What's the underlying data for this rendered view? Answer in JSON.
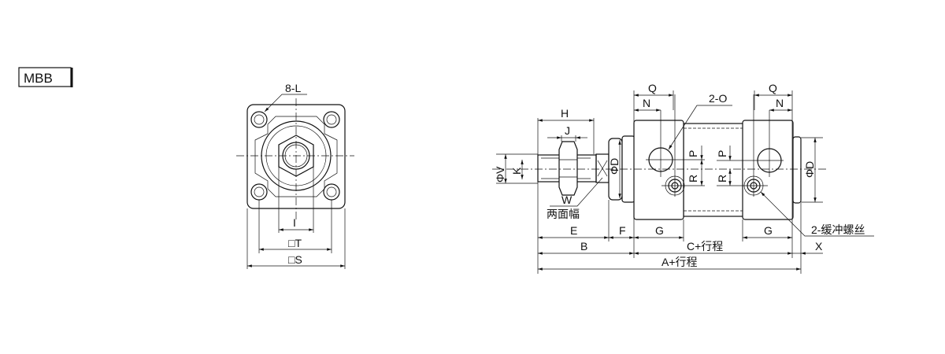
{
  "model_tag": "MBB",
  "end_view": {
    "holes_label": "8-L",
    "dim_i": "I",
    "dim_t": "□T",
    "dim_s": "□S"
  },
  "side_view": {
    "dim_h": "H",
    "dim_j": "J",
    "dim_v": "ΦV",
    "dim_k": "K",
    "dim_w": "W",
    "wrench_flats": "两面幅",
    "dim_d_front": "ΦD",
    "dim_d_rear": "ΦD",
    "dim_q_front": "Q",
    "dim_q_rear": "Q",
    "dim_n_front": "N",
    "dim_n_rear": "N",
    "ports_label": "2-O",
    "dim_p_front": "P",
    "dim_p_rear": "P",
    "dim_r_front": "R",
    "dim_r_rear": "R",
    "cushion_label": "2-缓冲螺丝",
    "dim_e": "E",
    "dim_f": "F",
    "dim_g_front": "G",
    "dim_g_rear": "G",
    "dim_b": "B",
    "dim_c": "C+行程",
    "dim_x": "X",
    "dim_a": "A+行程"
  }
}
